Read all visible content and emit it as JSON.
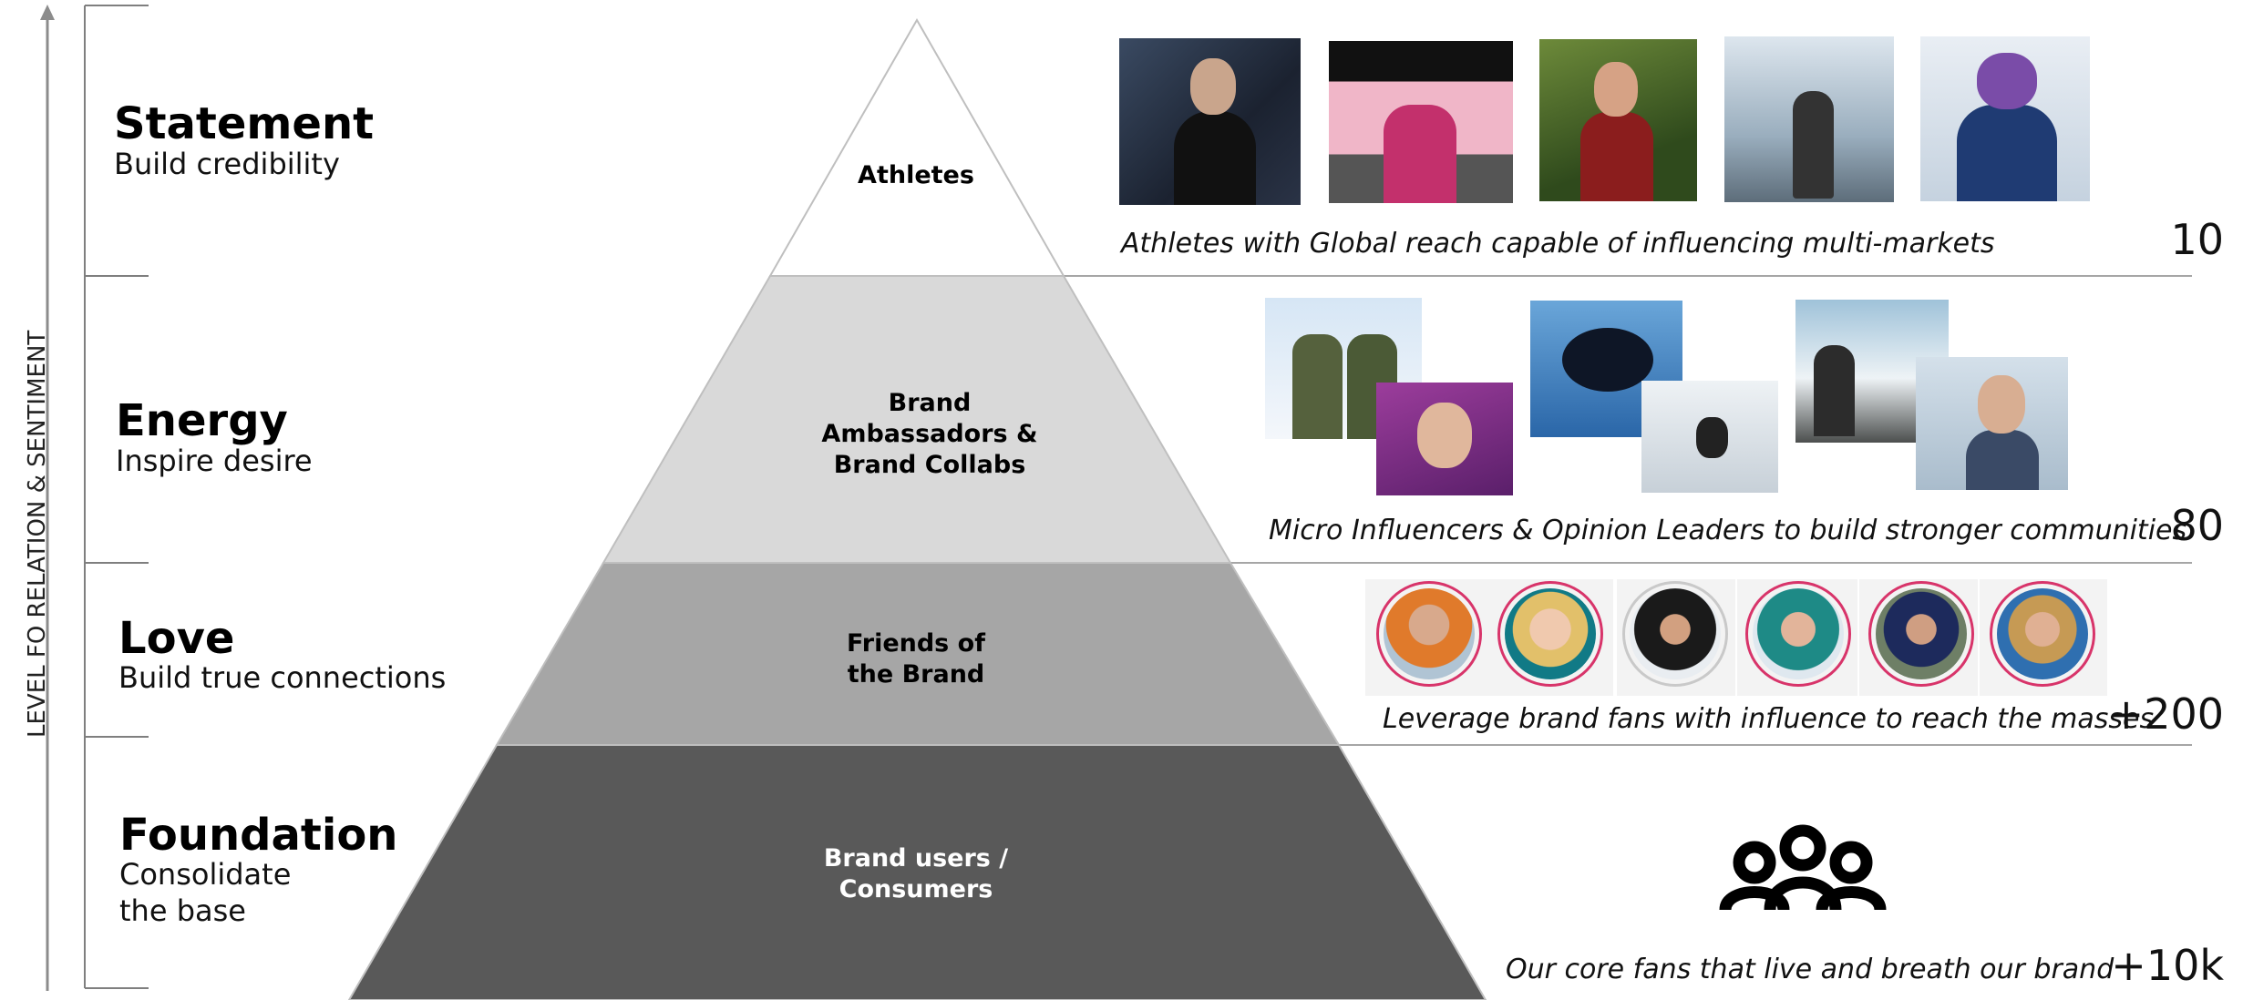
{
  "axis": {
    "label": "LEVEL FO RELATION & SENTIMENT"
  },
  "levels": [
    {
      "title": "Statement",
      "subtitle": "Build credibility",
      "pyramid_label": "Athletes",
      "caption": "Athletes with Global reach capable of influencing multi-markets",
      "count": "10",
      "color": "#ffffff"
    },
    {
      "title": "Energy",
      "subtitle": "Inspire desire",
      "pyramid_label": "Brand Ambassadors & Brand Collabs",
      "caption": "Micro Influencers & Opinion Leaders to build stronger communities",
      "count": "80",
      "color": "#d9d9d9"
    },
    {
      "title": "Love",
      "subtitle": "Build true connections",
      "pyramid_label": "Friends of the Brand",
      "caption": "Leverage brand fans with influence to reach the masses",
      "count": "+200",
      "color": "#a6a6a6"
    },
    {
      "title": "Foundation",
      "subtitle": "Consolidate the base",
      "pyramid_label": "Brand users / Consumers",
      "caption": "Our core fans that live and breath our brand",
      "count": "+10k",
      "color": "#595959"
    }
  ],
  "photos": {
    "athletes": [
      "athlete-photo-hoodie",
      "athlete-photo-ironman-finish",
      "athlete-photo-trail-runner",
      "athlete-photo-mountain-runner",
      "athlete-photo-skier"
    ],
    "ambassadors": [
      "ambassador-photo-couple",
      "ambassador-photo-hood",
      "ambassador-photo-goggles",
      "ambassador-photo-skiing",
      "ambassador-photo-mountain",
      "ambassador-photo-portrait"
    ],
    "friends": [
      "friend-avatar-1",
      "friend-avatar-2",
      "friend-avatar-3",
      "friend-avatar-4",
      "friend-avatar-5",
      "friend-avatar-6"
    ]
  },
  "icons": {
    "community": "people-group-icon"
  }
}
